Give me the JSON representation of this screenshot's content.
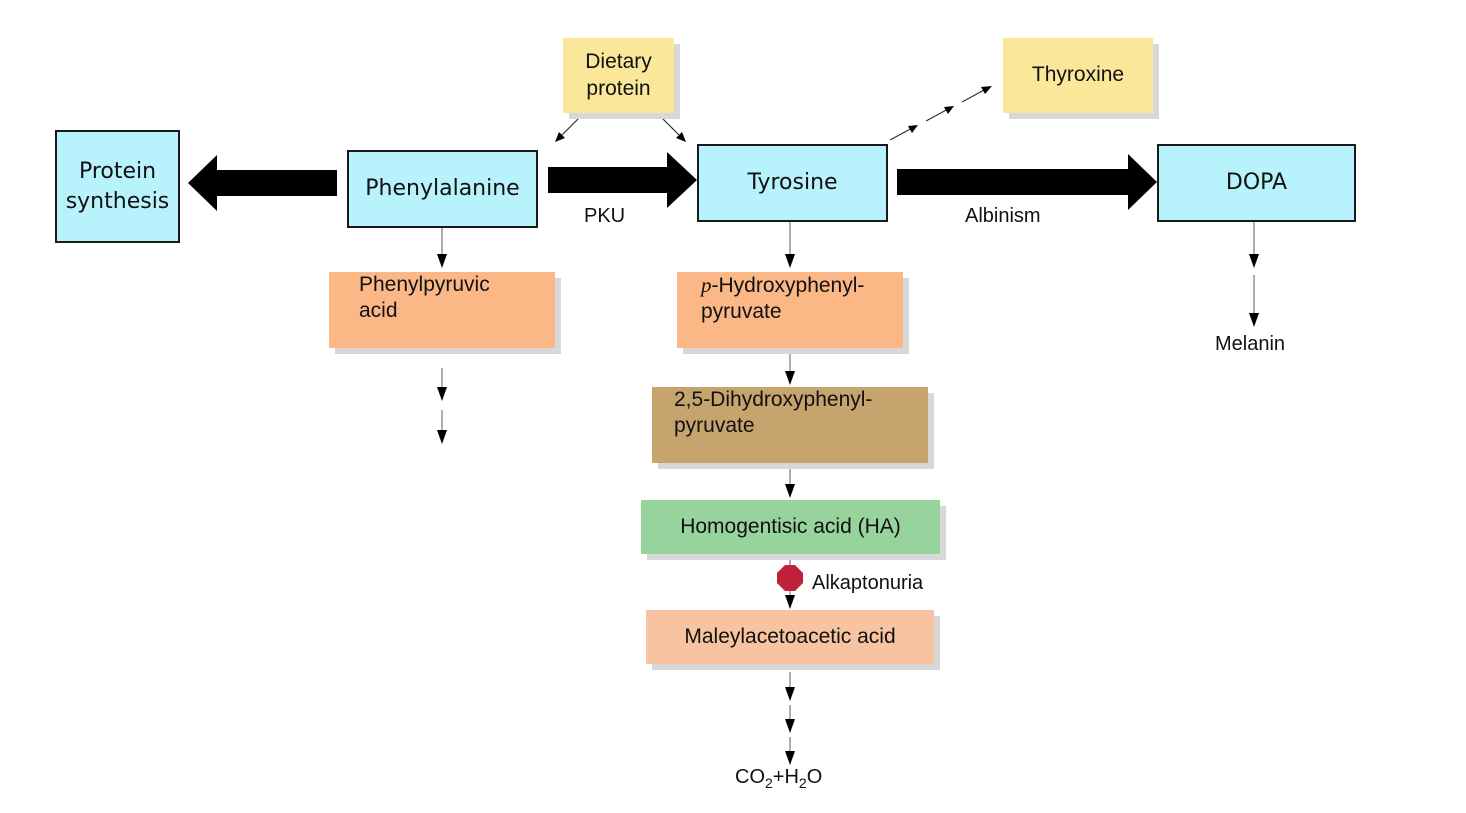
{
  "diagram": {
    "title_nodes": {
      "protein_synthesis": [
        "Protein",
        "synthesis"
      ],
      "phenylalanine": "Phenylalanine",
      "tyrosine": "Tyrosine",
      "dopa": "DOPA",
      "dietary_protein": [
        "Dietary",
        "protein"
      ],
      "thyroxine": "Thyroxine",
      "phenylpyruvic_acid": [
        "Phenylpyruvic",
        "acid"
      ],
      "p_hydroxyphenylpyruvate": {
        "prefix": "p",
        "line1": "-Hydroxyphenyl-",
        "line2": "pyruvate"
      },
      "dihydroxyphenylpyruvate": [
        "2,5-Dihydroxyphenyl-",
        "pyruvate"
      ],
      "homogentisic_acid": "Homogentisic acid (HA)",
      "maleylacetoacetic_acid": "Maleylacetoacetic acid",
      "melanin": "Melanin",
      "end_products": {
        "a": "CO",
        "a_sub": "2",
        "plus": "+H",
        "b_sub": "2",
        "c": "O"
      }
    },
    "disorders": {
      "pku": "PKU",
      "albinism": "Albinism",
      "alkaptonuria": "Alkaptonuria"
    },
    "colors": {
      "amino_acid_box": "#b8f2fc",
      "source_box": "#fbe79a",
      "intermediate_box": "#fbb886",
      "dihydroxy_box": "#c5a46e",
      "ha_box": "#97d39c",
      "maleyl_box": "#f7c3a0",
      "block_marker": "#c0213a"
    }
  }
}
